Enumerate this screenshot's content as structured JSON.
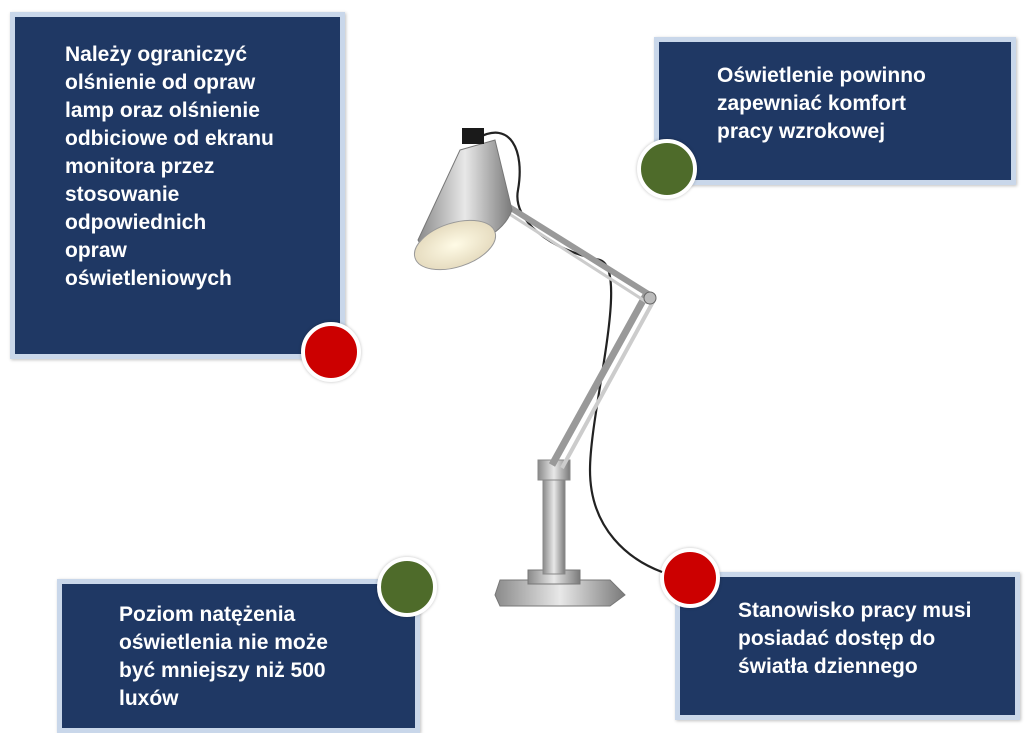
{
  "callouts": [
    {
      "id": "top-left",
      "text": "Należy ograniczyć\nolśnienie od opraw\nlamp oraz olśnienie\nodbiciowe od ekranu\nmonitora przez\nstosowanie\nodpowiednich\nopraw\noświetleniowych",
      "marker_color": "#cc0000"
    },
    {
      "id": "top-right",
      "text": "Oświetlenie powinno\nzapewniać komfort\npracy wzrokowej",
      "marker_color": "#4e6b2a"
    },
    {
      "id": "bottom-left",
      "text": "Poziom natężenia\noświetlenia nie może\nbyć mniejszy niż 500\nluxów",
      "marker_color": "#4e6b2a"
    },
    {
      "id": "bottom-right",
      "text": "Stanowisko pracy musi\nposiadać dostęp do\nświatła dziennego",
      "marker_color": "#cc0000"
    }
  ],
  "colors": {
    "box_fill": "#1f3864",
    "box_border": "#c9d7ea",
    "text": "#ffffff"
  },
  "image": {
    "subject": "desk-lamp"
  }
}
